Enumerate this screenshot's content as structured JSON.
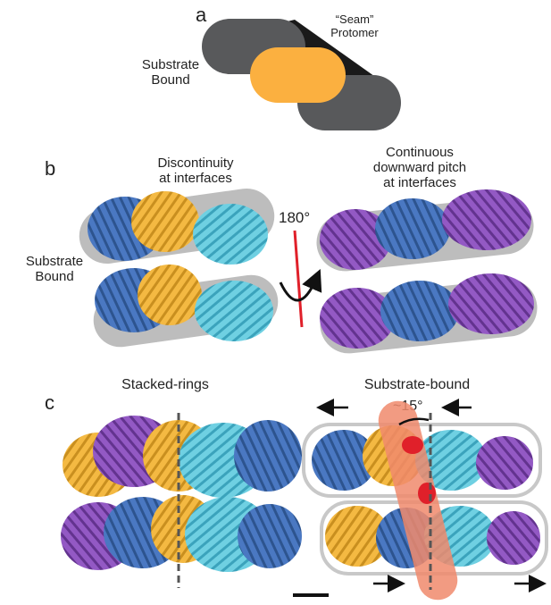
{
  "panel_a": {
    "letter": "a",
    "label_substrate_1": "Substrate",
    "label_substrate_2": "Bound",
    "label_seam_1": "“Seam”",
    "label_seam_2": "Protomer",
    "colors": {
      "protomer": "#58595b",
      "seam": "#fbb040",
      "link": "#1a1a1a"
    }
  },
  "panel_b": {
    "letter": "b",
    "label_discontinuity_1": "Discontinuity",
    "label_discontinuity_2": "at interfaces",
    "label_continuous_1": "Continuous",
    "label_continuous_2": "downward pitch",
    "label_continuous_3": "at interfaces",
    "label_substrate_1": "Substrate",
    "label_substrate_2": "Bound",
    "rotation_label": "180°",
    "colors": {
      "gold": "#f4b942",
      "blue": "#4a78c2",
      "cyan": "#5bc4d9",
      "purple": "#8a4fb8",
      "axis": "#e0202a",
      "shadow": "#bdbdbd"
    }
  },
  "panel_c": {
    "letter": "c",
    "label_stacked": "Stacked-rings",
    "label_substrate_bound": "Substrate-bound",
    "angle_label": "~15°",
    "colors": {
      "tilt": "#f08a6c",
      "outline": "#c8c8c8",
      "dash": "#555555"
    }
  }
}
